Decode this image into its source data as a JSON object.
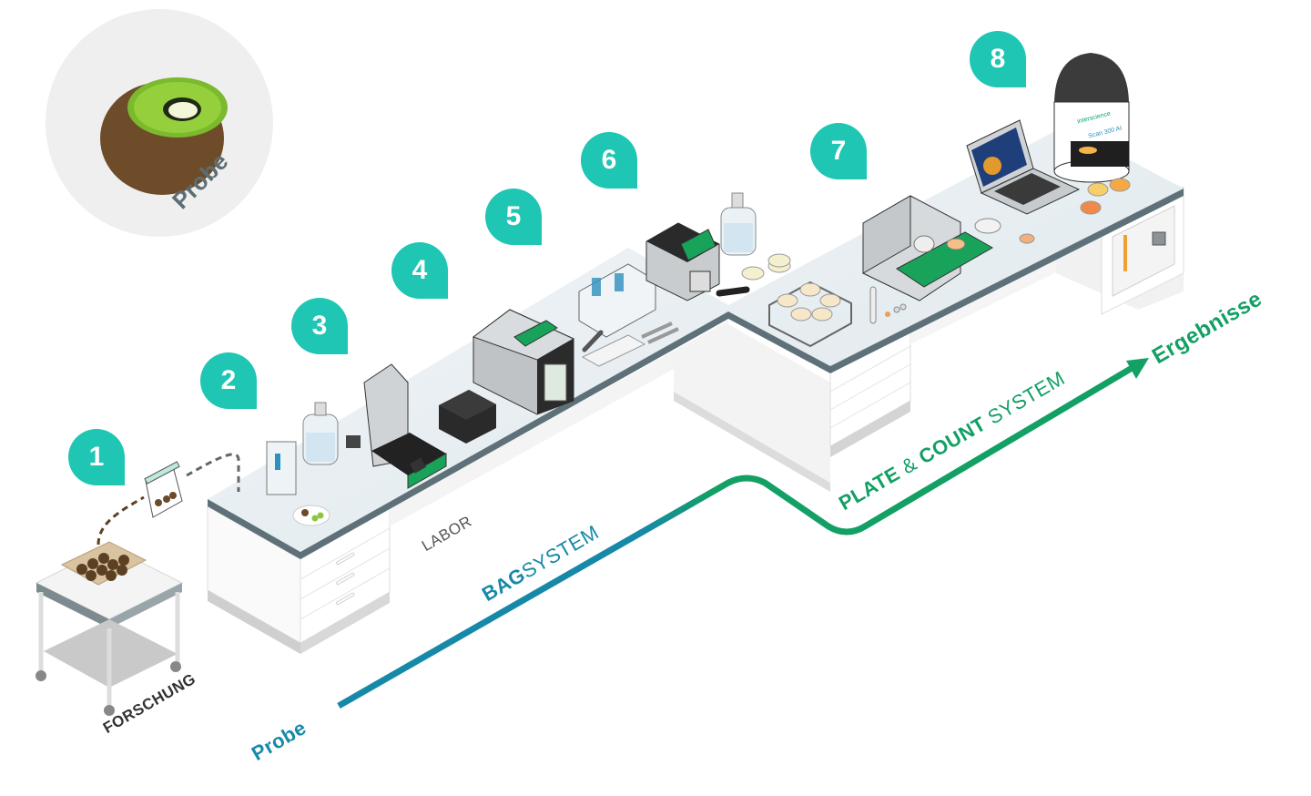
{
  "sample_badge": {
    "label": "Probe",
    "icon": "kiwi-icon"
  },
  "locations": {
    "research": "FORSCHUNG",
    "lab": "LABOR"
  },
  "steps": [
    {
      "number": "1"
    },
    {
      "number": "2"
    },
    {
      "number": "3"
    },
    {
      "number": "4"
    },
    {
      "number": "5"
    },
    {
      "number": "6"
    },
    {
      "number": "7"
    },
    {
      "number": "8"
    }
  ],
  "flow": {
    "start_label": "Probe",
    "end_label": "Ergebnisse",
    "bag_system": {
      "bold": "BAG",
      "light": "SYSTEM"
    },
    "plate_count_system": {
      "bold1": "PLATE",
      "amp": " & ",
      "bold2": "COUNT",
      "light": " SYSTEM"
    }
  },
  "devices": {
    "colony_counter_brand": "interscience",
    "colony_counter_model": "Scan 300 AI"
  },
  "colors": {
    "marker": "#1ec6b3",
    "bag_line": "#1789a8",
    "plate_line": "#12a064",
    "bench_top": "#e6edf1",
    "bench_edge": "#5f7178",
    "probe_text": "#5d6d72"
  }
}
